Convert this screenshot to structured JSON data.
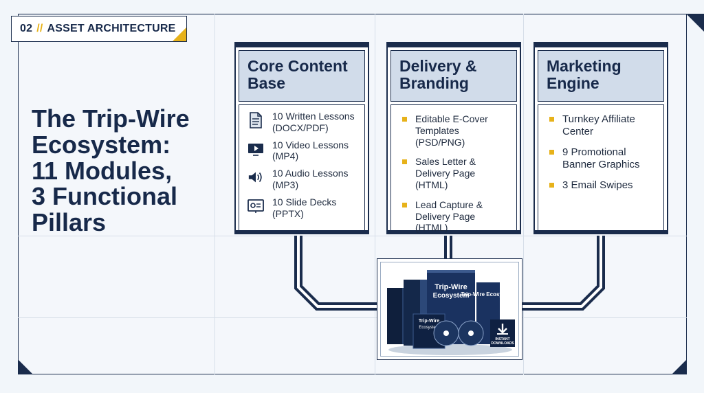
{
  "section_tag": {
    "number": "02",
    "separator": "//",
    "label": "ASSET ARCHITECTURE"
  },
  "title": {
    "line1": "The Trip-Wire",
    "line2": "Ecosystem:",
    "line3": "11 Modules,",
    "line4": "3 Functional",
    "line5": "Pillars"
  },
  "pillars": [
    {
      "heading_line1": "Core Content",
      "heading_line2": "Base",
      "items": [
        {
          "icon": "document-icon",
          "line1": "10 Written Lessons",
          "line2": "(DOCX/PDF)"
        },
        {
          "icon": "video-icon",
          "line1": "10 Video Lessons",
          "line2": "(MP4)"
        },
        {
          "icon": "speaker-icon",
          "line1": "10 Audio Lessons",
          "line2": "(MP3)"
        },
        {
          "icon": "slide-deck-icon",
          "line1": "10 Slide Decks",
          "line2": "(PPTX)"
        }
      ]
    },
    {
      "heading_line1": "Delivery &",
      "heading_line2": "Branding",
      "items": [
        {
          "line1": "Editable E-Cover",
          "line2": "Templates (PSD/PNG)"
        },
        {
          "line1": "Sales Letter &",
          "line2": "Delivery Page (HTML)"
        },
        {
          "line1": "Lead Capture &",
          "line2": "Delivery Page (HTML)"
        }
      ]
    },
    {
      "heading_line1": "Marketing",
      "heading_line2": "Engine",
      "items": [
        {
          "line1": "Turnkey Affiliate",
          "line2": "Center"
        },
        {
          "line1": "9 Promotional",
          "line2": "Banner Graphics"
        },
        {
          "line1": "3 Email Swipes",
          "line2": ""
        }
      ]
    }
  ],
  "product": {
    "box_title_line1": "Trip-Wire",
    "box_title_line2": "Ecosystem",
    "side_label": "Trip-Wire Ecosystem",
    "disc_label_line1": "Trip-Wire",
    "disc_label_line2": "Ecosystem",
    "download_line1": "INSTANT",
    "download_line2": "DOWNLOADS",
    "icon": "download-icon"
  },
  "colors": {
    "navy": "#1a2c4c",
    "accent": "#e7b21a",
    "header_fill": "#d1dcea",
    "background": "#f2f6fa"
  }
}
